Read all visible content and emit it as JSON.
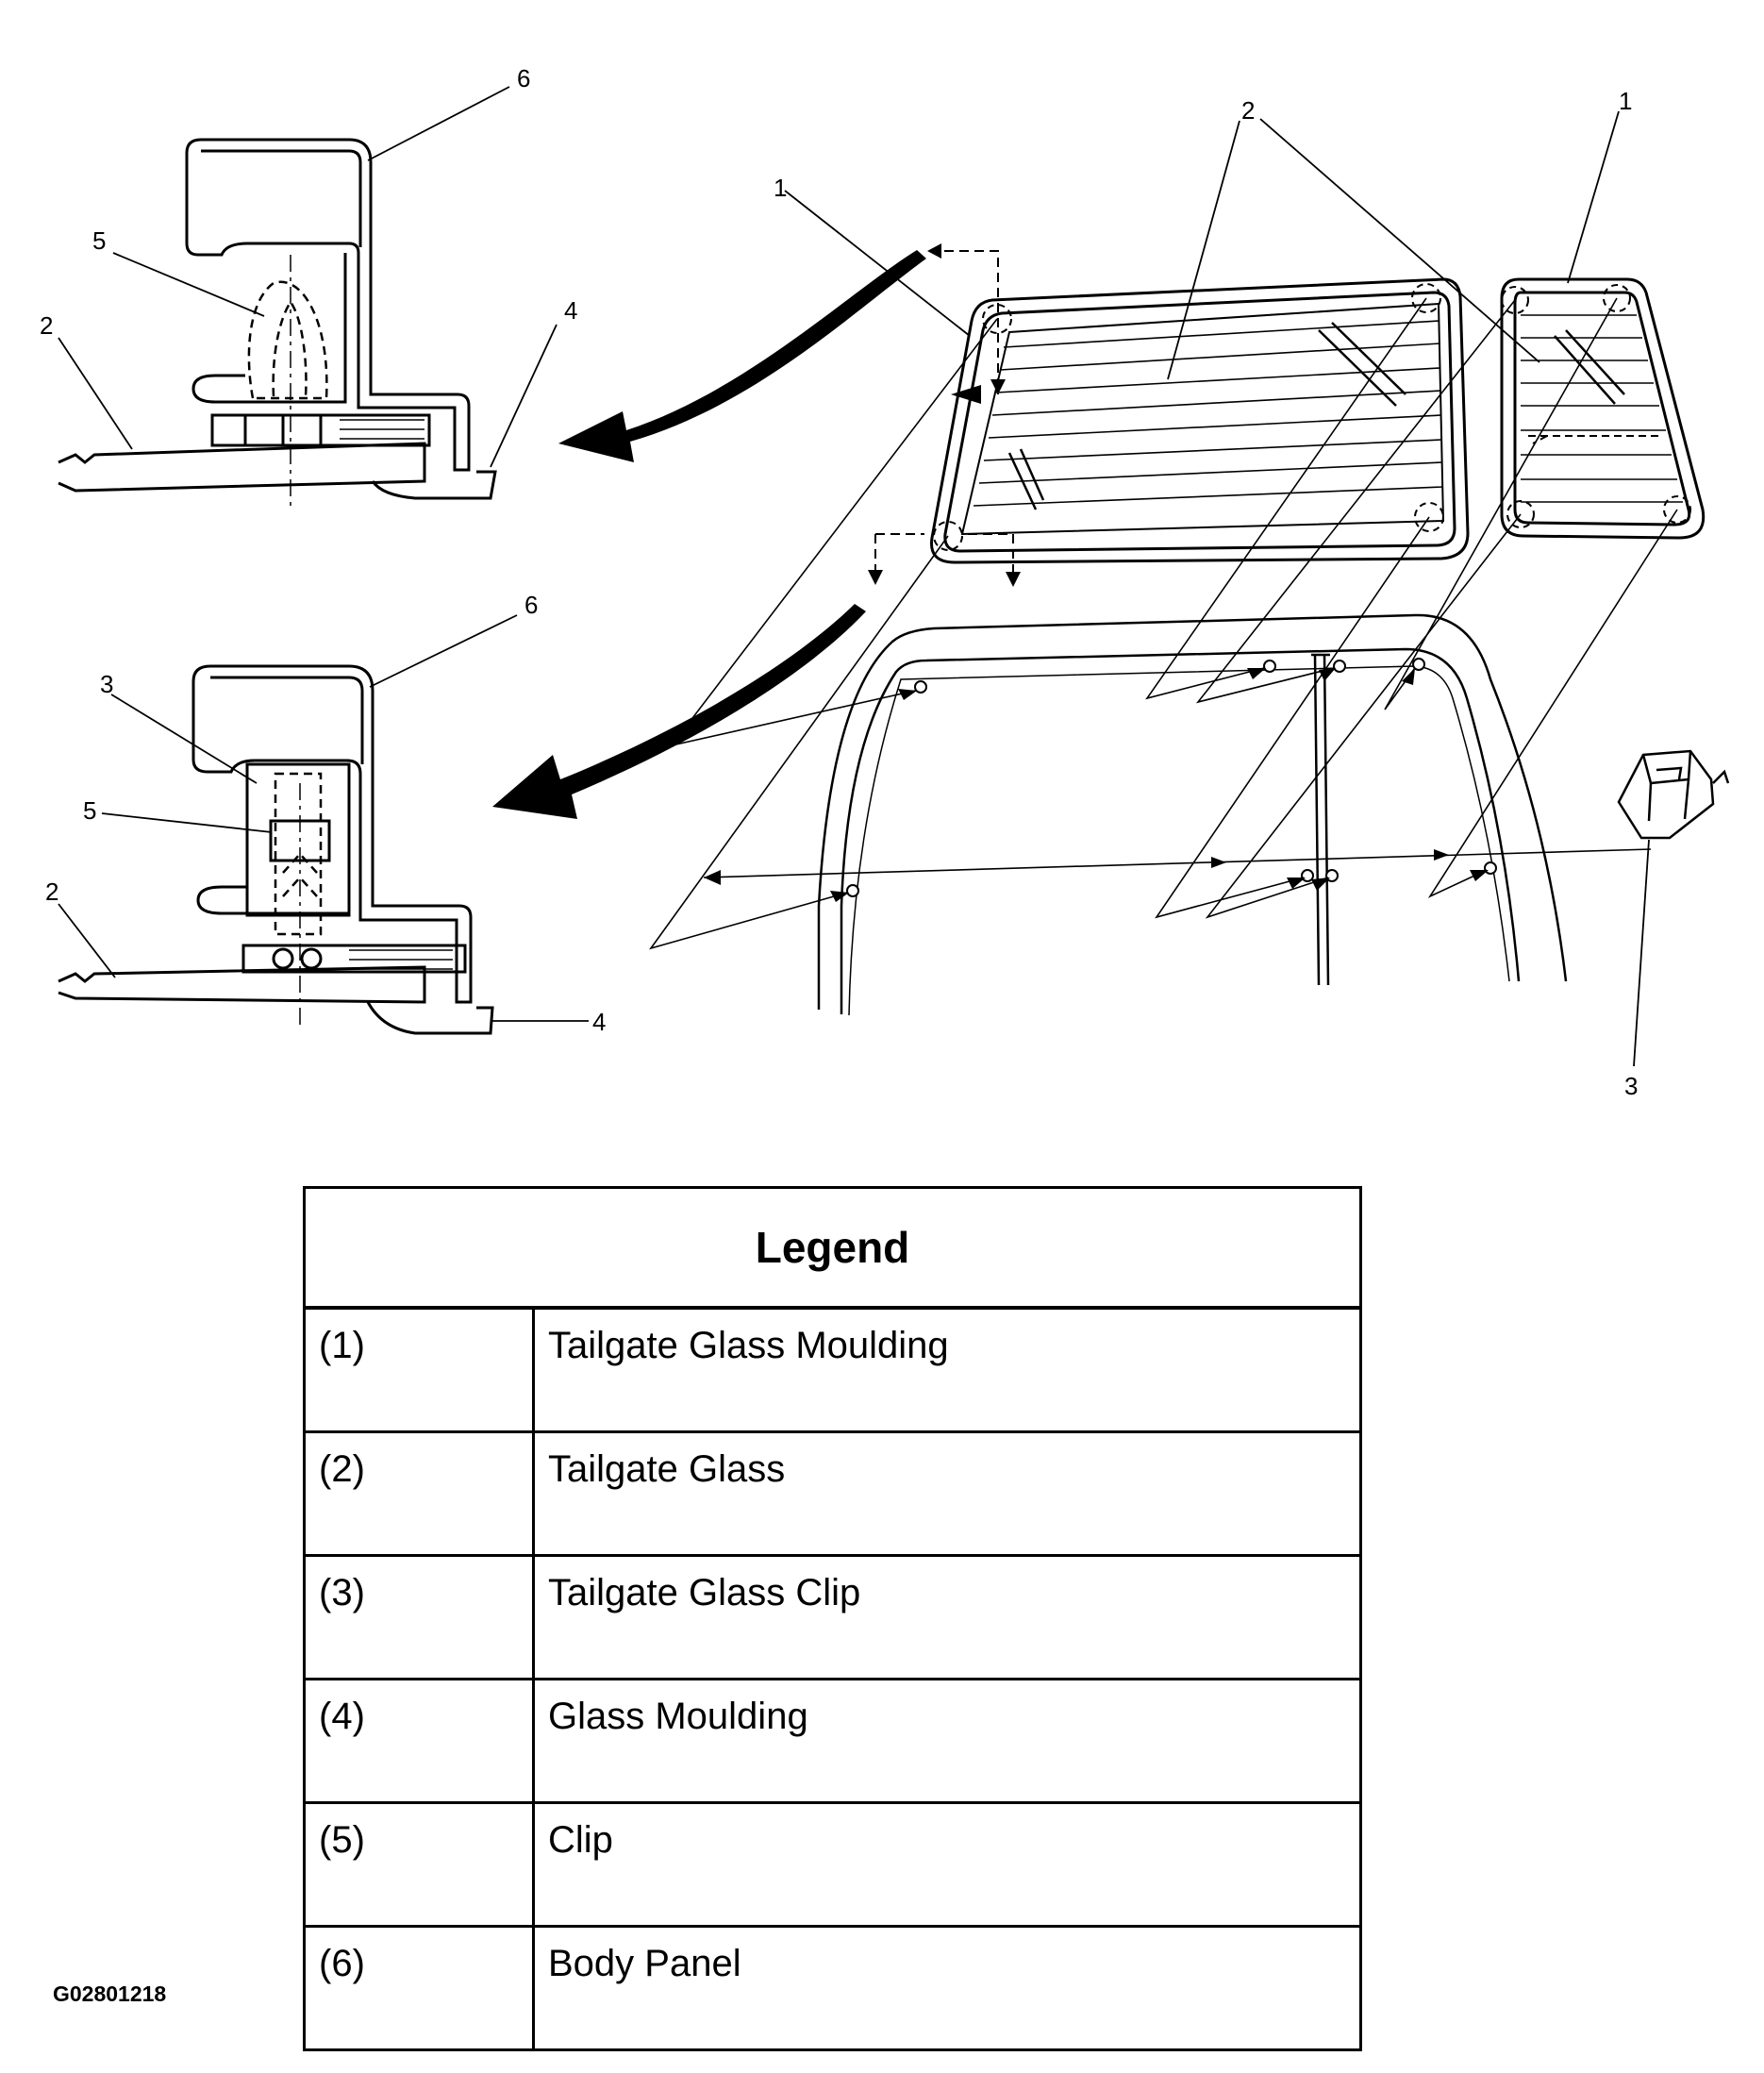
{
  "callouts": {
    "top_detail": {
      "n6": "6",
      "n5": "5",
      "n4": "4",
      "n2": "2"
    },
    "bottom_detail": {
      "n6": "6",
      "n3": "3",
      "n5": "5",
      "n2": "2",
      "n4": "4"
    },
    "main_view": {
      "n1_left": "1",
      "n2": "2",
      "n1_right": "1",
      "n3": "3"
    }
  },
  "legend": {
    "title": "Legend",
    "rows": [
      {
        "num": "(1)",
        "desc": "Tailgate Glass Moulding"
      },
      {
        "num": "(2)",
        "desc": "Tailgate Glass"
      },
      {
        "num": "(3)",
        "desc": "Tailgate Glass Clip"
      },
      {
        "num": "(4)",
        "desc": "Glass Moulding"
      },
      {
        "num": "(5)",
        "desc": "Clip"
      },
      {
        "num": "(6)",
        "desc": "Body Panel"
      }
    ]
  },
  "figure_id": "G02801218"
}
